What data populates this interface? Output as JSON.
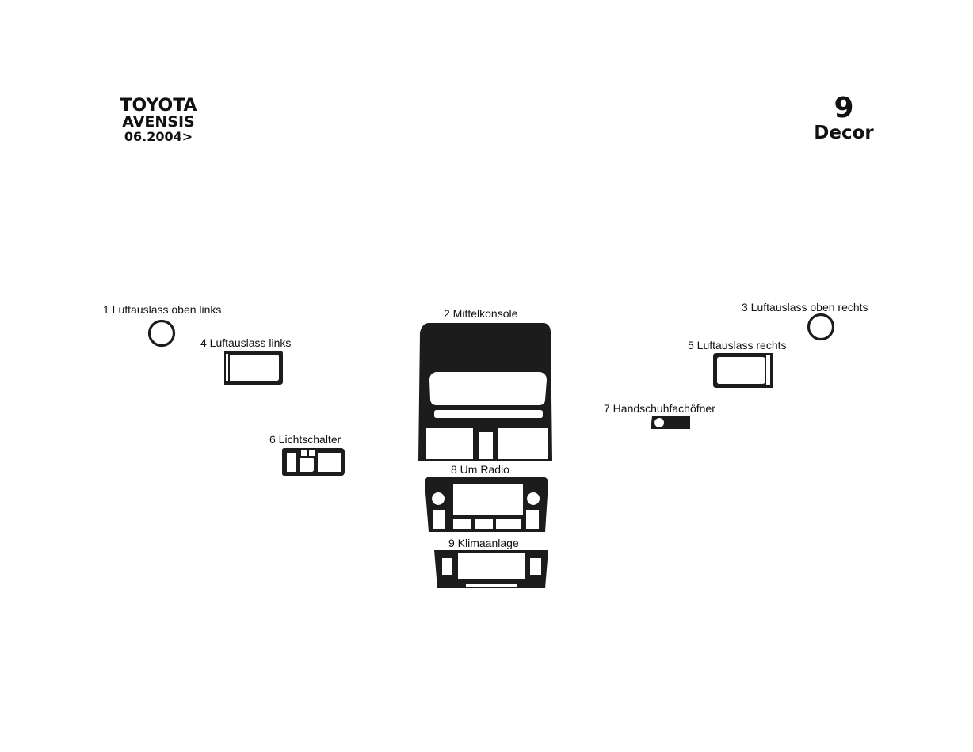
{
  "header": {
    "brand": "TOYOTA",
    "model": "AVENSIS",
    "year": "06.2004>",
    "piece_count": "9",
    "kit_type": "Decor"
  },
  "parts": [
    {
      "id": "1",
      "label": "1 Luftauslass oben links"
    },
    {
      "id": "2",
      "label": "2 Mittelkonsole"
    },
    {
      "id": "3",
      "label": "3 Luftauslass oben rechts"
    },
    {
      "id": "4",
      "label": "4  Luftauslass links"
    },
    {
      "id": "5",
      "label": "5 Luftauslass rechts"
    },
    {
      "id": "6",
      "label": "6 Lichtschalter"
    },
    {
      "id": "7",
      "label": "7 Handschuhfachöfner"
    },
    {
      "id": "8",
      "label": "8   Um Radio"
    },
    {
      "id": "9",
      "label": "9   Klimaanlage"
    }
  ],
  "colors": {
    "decor": "#1c1c1c",
    "background": "#ffffff"
  }
}
